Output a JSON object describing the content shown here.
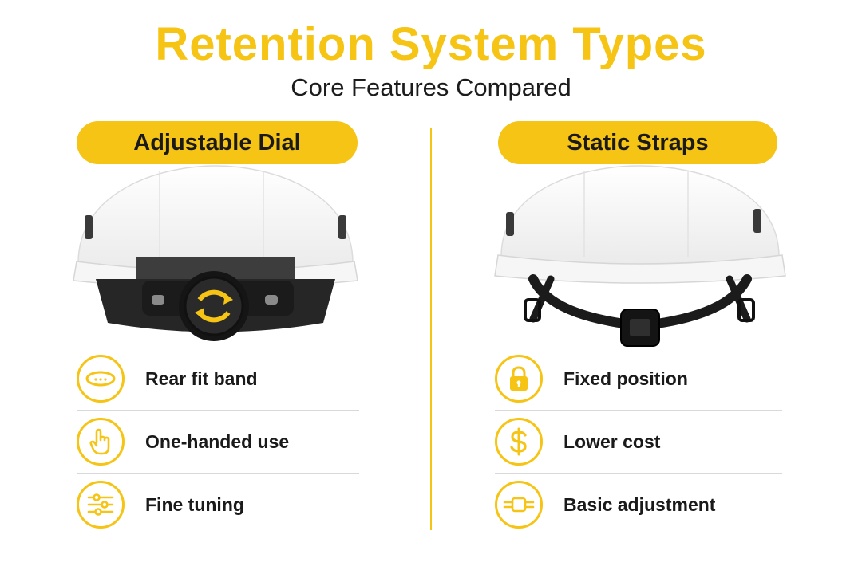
{
  "header": {
    "title": "Retention System Types",
    "subtitle": "Core Features Compared"
  },
  "colors": {
    "accent": "#f5c414",
    "text": "#1a1a1a",
    "helmet_shell": "#ffffff",
    "harness": "#1b1b1b",
    "divider": "#f5c414"
  },
  "left": {
    "label": "Adjustable Dial",
    "features": [
      {
        "text": "Rear fit band",
        "icon": "headband-icon"
      },
      {
        "text": "One-handed use",
        "icon": "hand-pointer-icon"
      },
      {
        "text": "Fine tuning",
        "icon": "sliders-icon"
      }
    ]
  },
  "right": {
    "label": "Static Straps",
    "features": [
      {
        "text": "Fixed position",
        "icon": "padlock-icon"
      },
      {
        "text": "Lower cost",
        "icon": "dollar-icon"
      },
      {
        "text": "Basic adjustment",
        "icon": "buckle-strap-icon"
      }
    ]
  }
}
